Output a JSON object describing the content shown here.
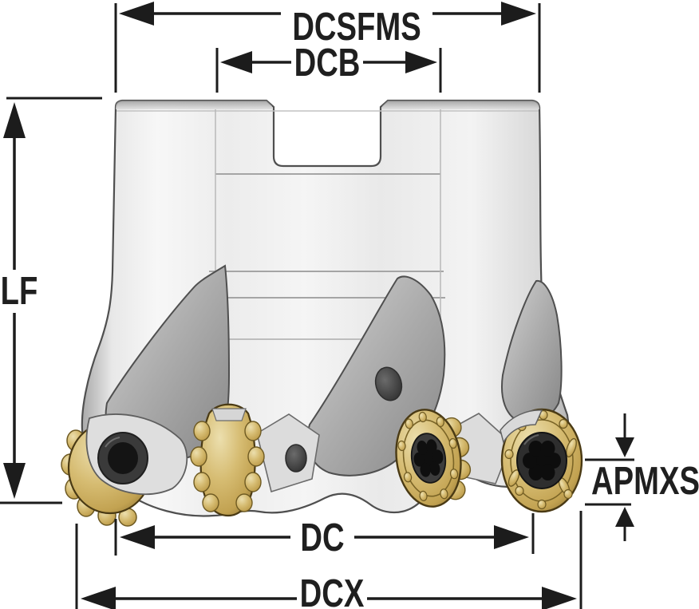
{
  "figure": {
    "type": "technical-dimension-diagram",
    "subject": "indexable-face-milling-cutter-with-round-inserts",
    "background_color": "#ffffff"
  },
  "dims": {
    "dcsfms": {
      "label": "DCSFMS",
      "orientation": "horizontal",
      "position": "top"
    },
    "dcb": {
      "label": "DCB",
      "orientation": "horizontal",
      "position": "top-inner"
    },
    "lf": {
      "label": "LF",
      "orientation": "vertical",
      "position": "left"
    },
    "dc": {
      "label": "DC",
      "orientation": "horizontal",
      "position": "bottom-inner"
    },
    "dcx": {
      "label": "DCX",
      "orientation": "horizontal",
      "position": "bottom"
    },
    "apmxs": {
      "label": "APMXS",
      "orientation": "vertical",
      "position": "right"
    }
  },
  "colors": {
    "dimension_line": "#1c1c1c",
    "label_text": "#1f1f1f",
    "body_light": "#f4f4f4",
    "body_shadow": "#a0a0a0",
    "flute_grey": "#9a9a9a",
    "insert_gold": "#d3b96f",
    "insert_gold_dark": "#8f7435",
    "screw_black": "#141414"
  }
}
